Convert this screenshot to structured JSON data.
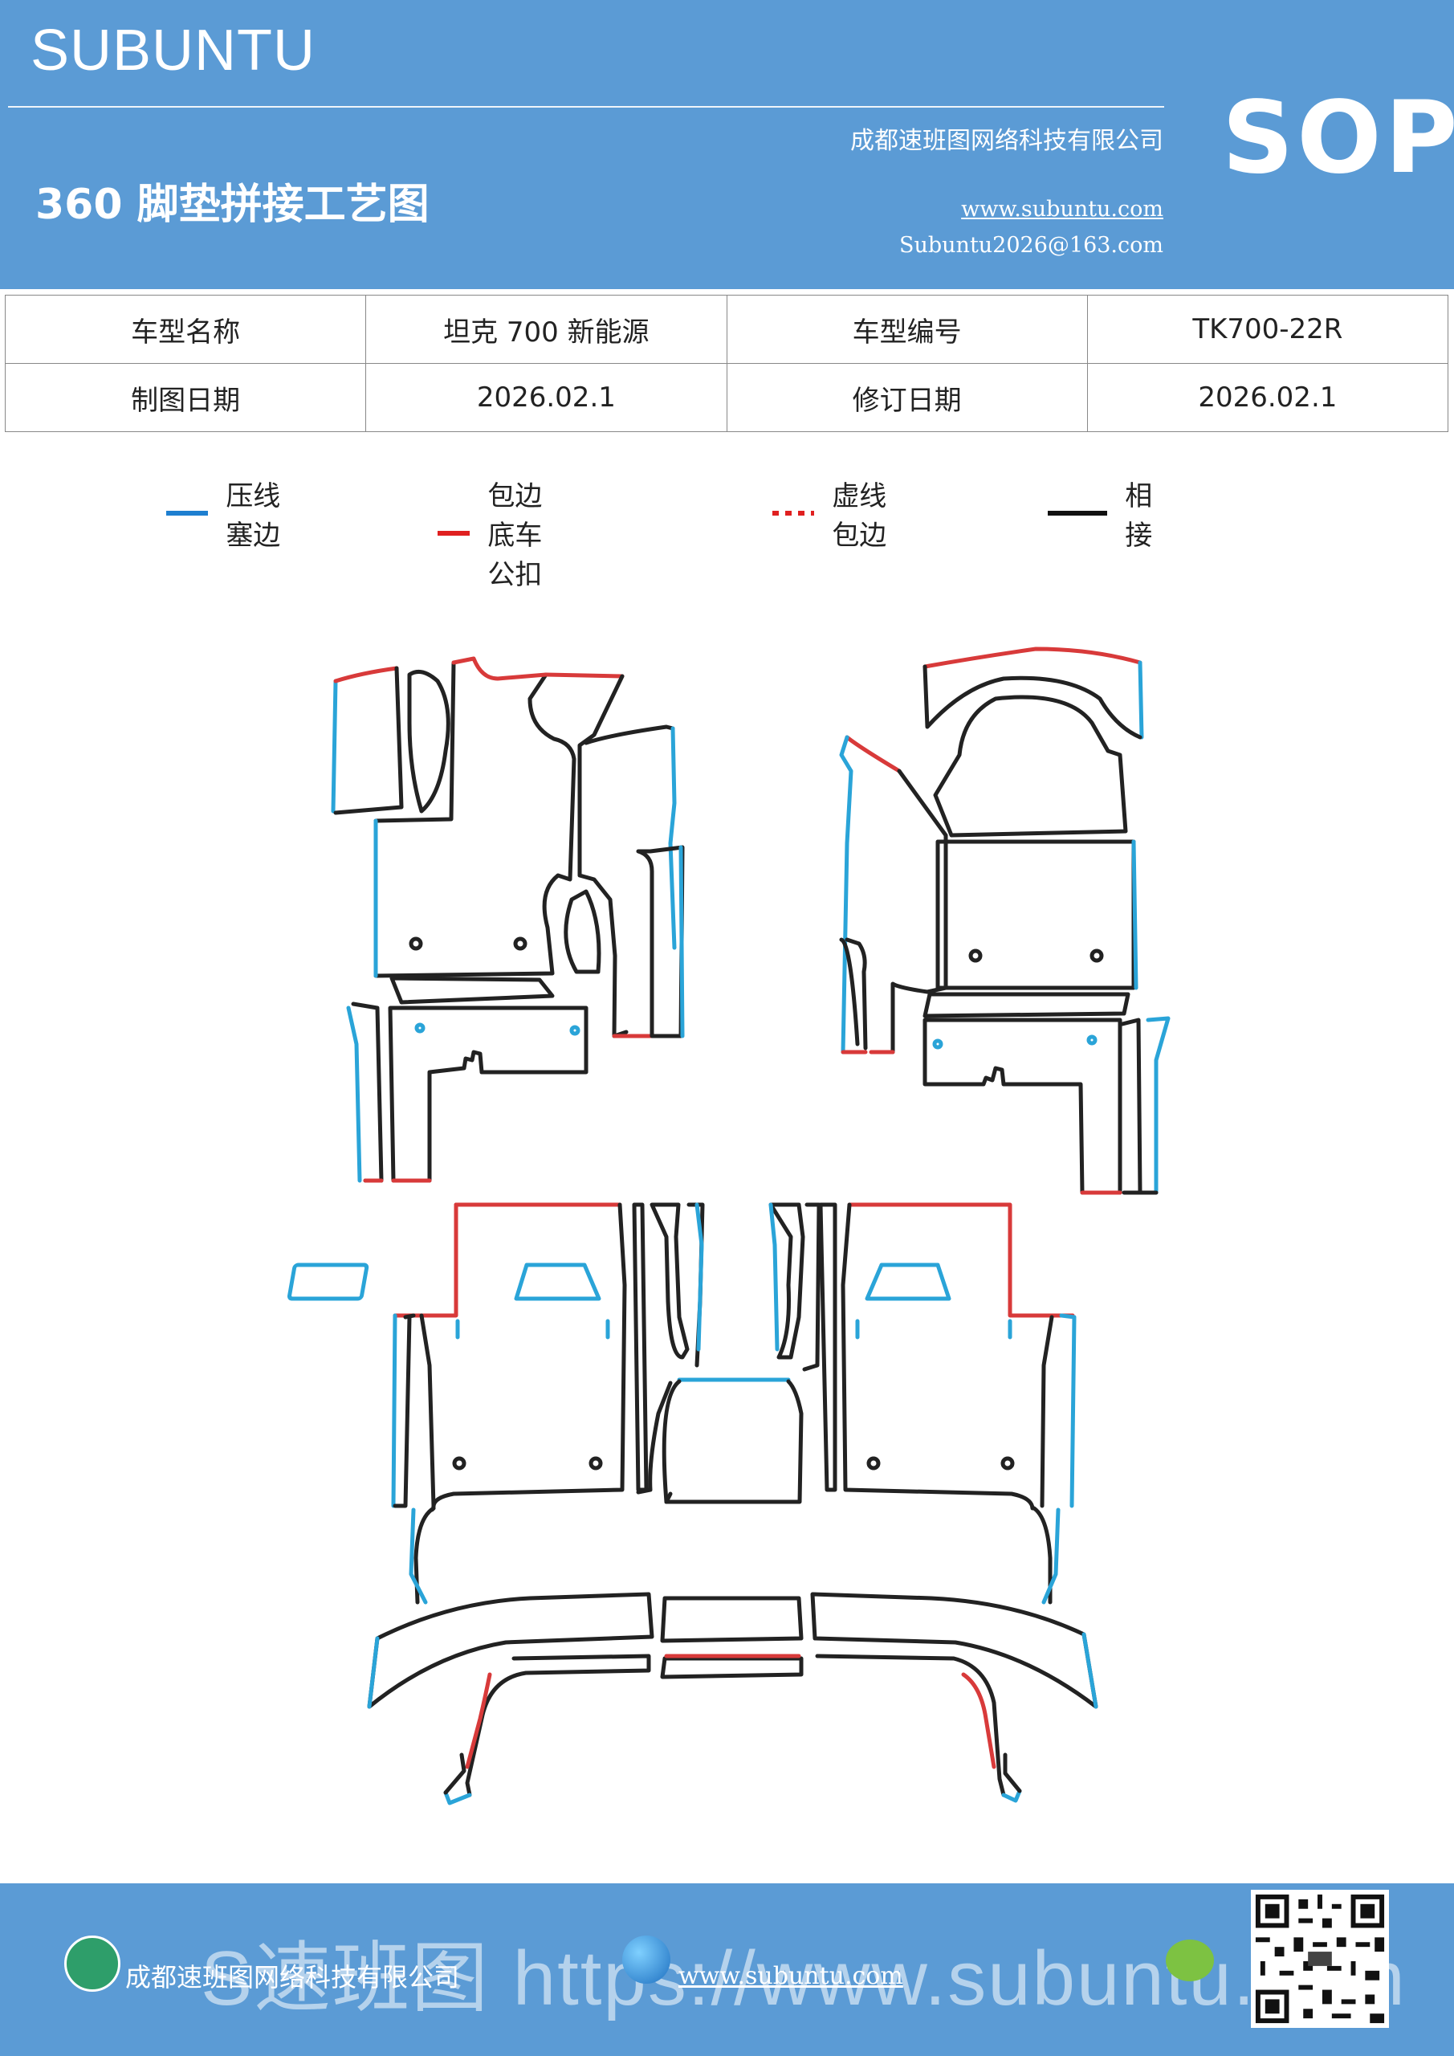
{
  "header": {
    "brand": "SUBUNTU",
    "doc_title": "360 脚垫拼接工艺图",
    "company": "成都速班图网络科技有限公司",
    "website": "www.subuntu.com",
    "email": "Subuntu2026@163.com",
    "badge": "SOP"
  },
  "info_table": {
    "model_name_label": "车型名称",
    "model_name_value": "坦克 700 新能源",
    "model_code_label": "车型编号",
    "model_code_value": "TK700-22R",
    "draw_date_label": "制图日期",
    "draw_date_value": "2026.02.1",
    "revise_date_label": "修订日期",
    "revise_date_value": "2026.02.1"
  },
  "legend": [
    {
      "label": "压线塞边",
      "color": "#1e7fd0",
      "style": "solid"
    },
    {
      "label": "包边底车公扣",
      "color": "#e02020",
      "style": "solid"
    },
    {
      "label": "虚线包边",
      "color": "#e02020",
      "style": "dotted"
    },
    {
      "label": "相接",
      "color": "#111111",
      "style": "solid"
    }
  ],
  "colors": {
    "header_bg": "#5b9bd5",
    "press_line": "#2aa4d8",
    "binding": "#d83a3a",
    "joint": "#222222"
  },
  "footer": {
    "company": "成都速班图网络科技有限公司",
    "website": "www.subuntu.com",
    "watermark": "S速班图 https://www.subuntu.com",
    "icons": [
      "home-icon",
      "globe-icon",
      "wechat-icon",
      "qr-code"
    ]
  }
}
